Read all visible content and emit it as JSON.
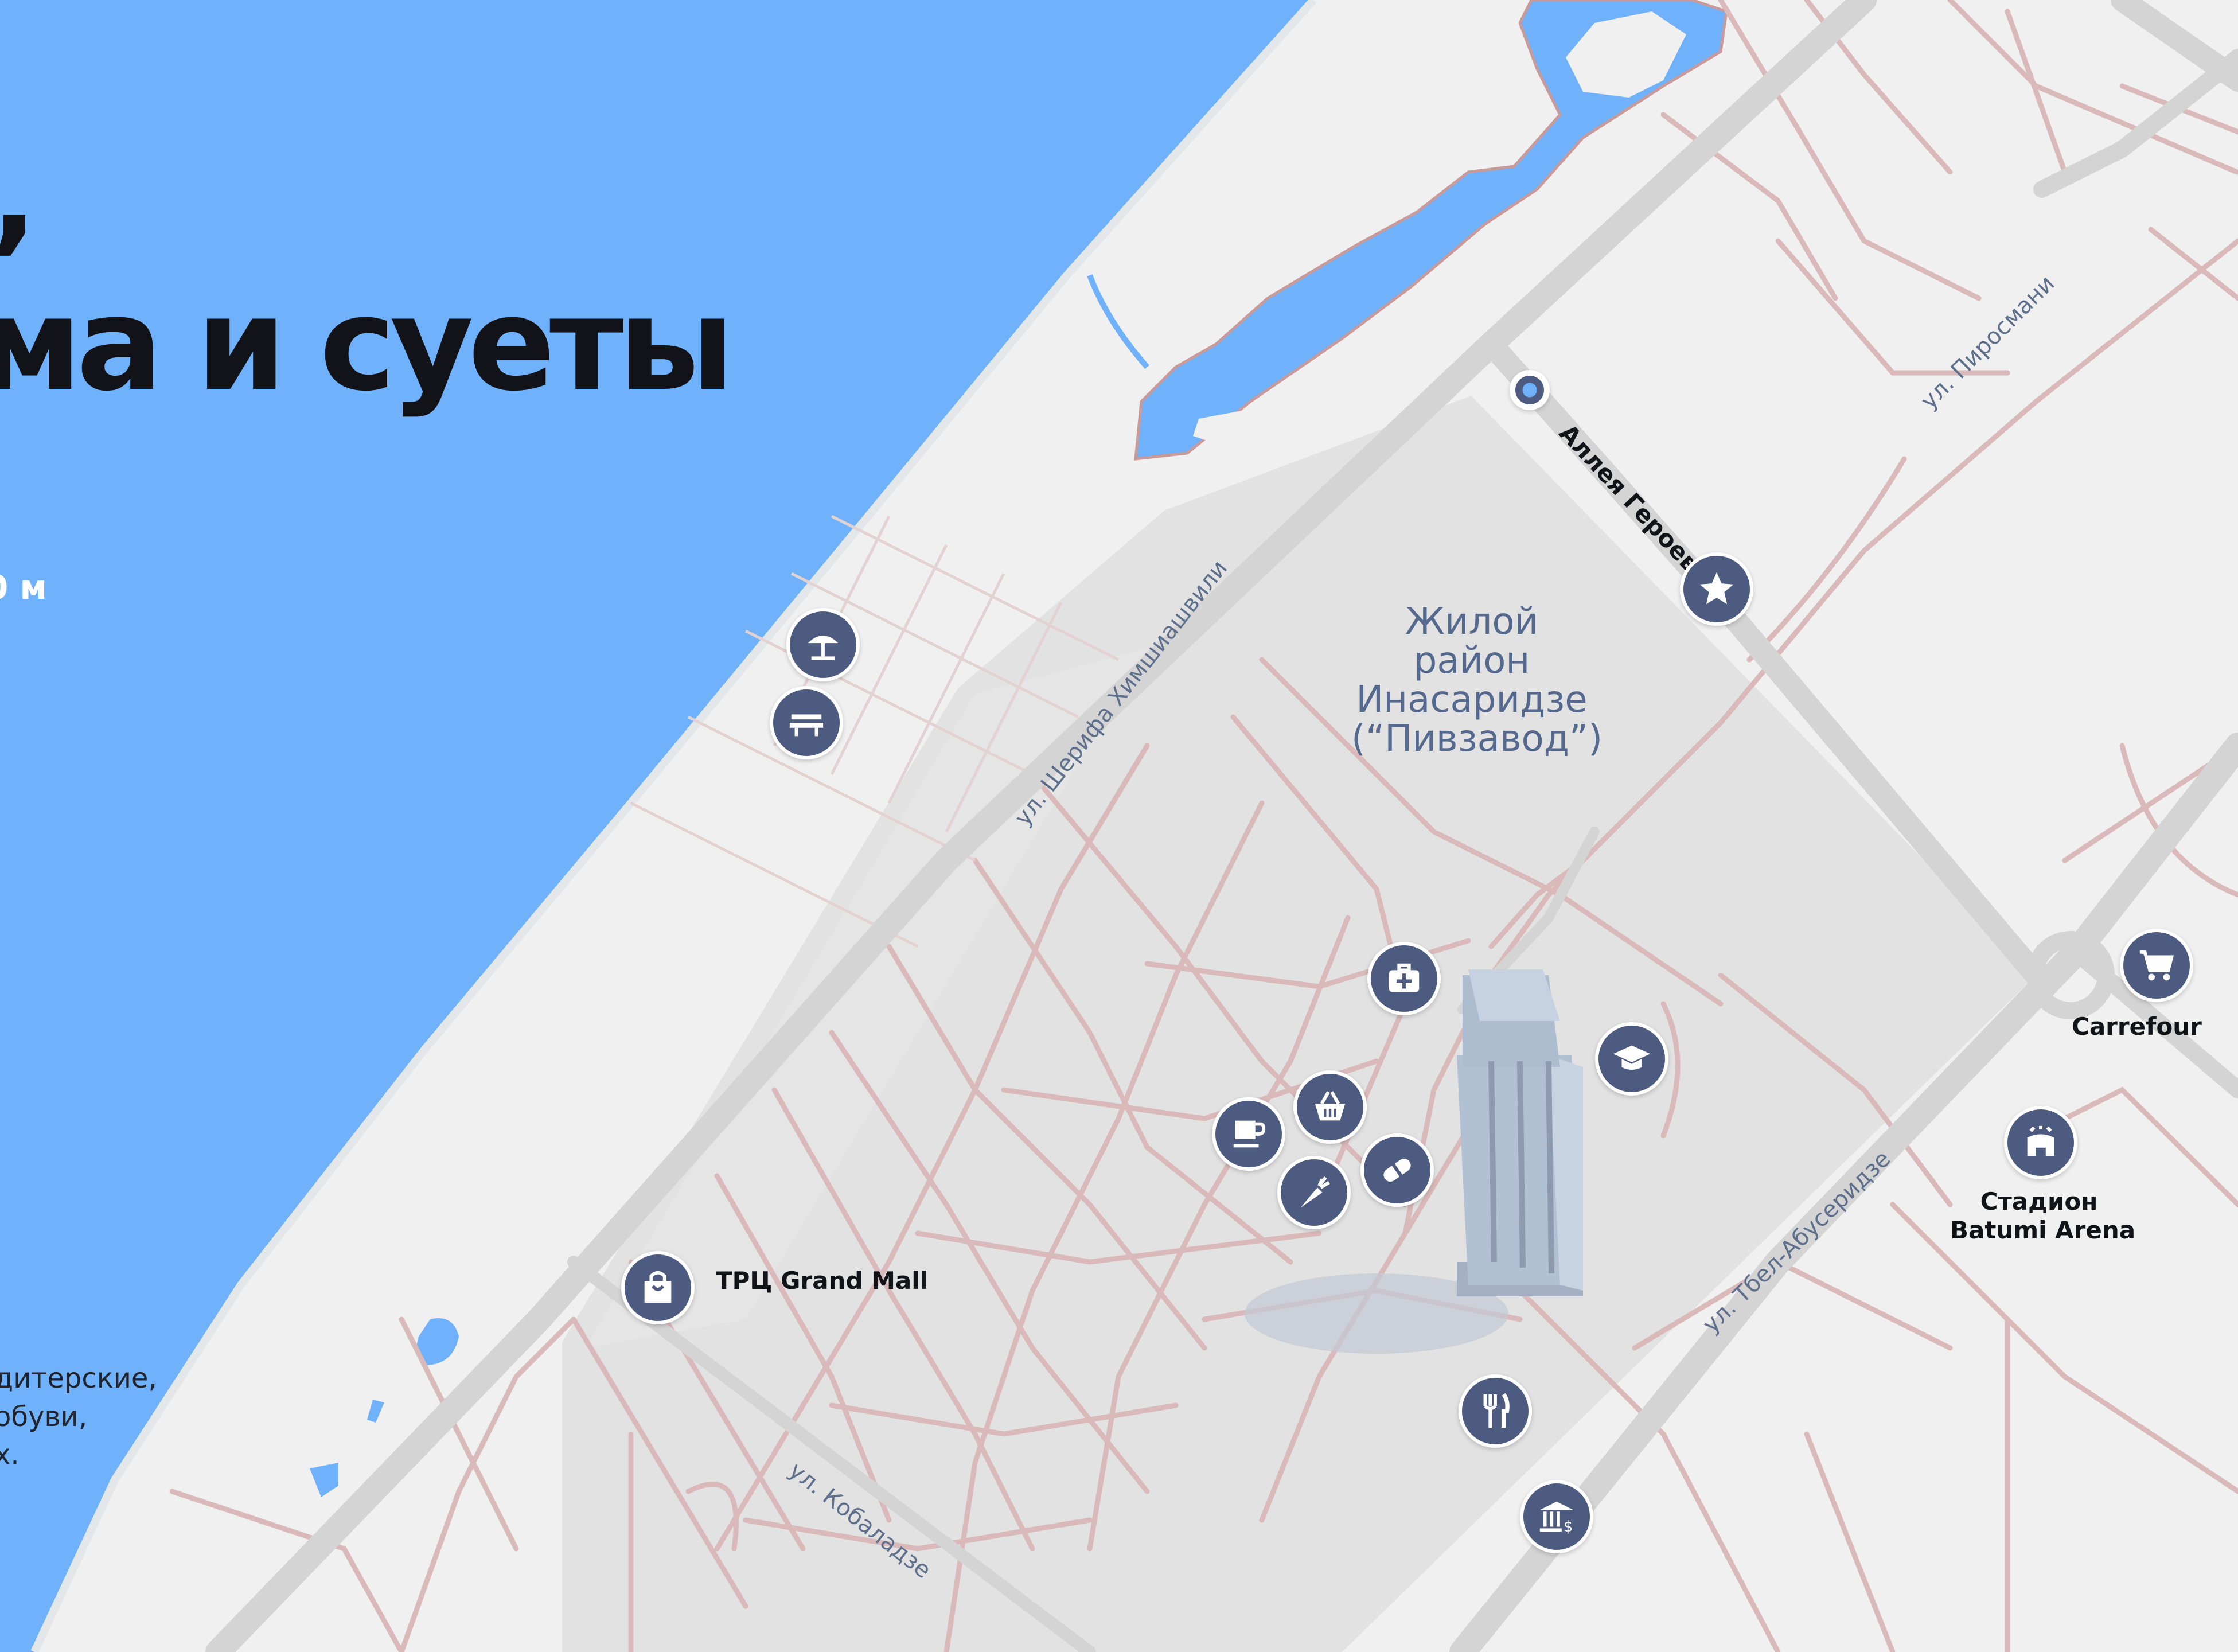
{
  "heading": {
    "comma": "’",
    "text": "ма и суеты",
    "distance": "0 м",
    "description_lines": [
      "дитерские,",
      "обуви,",
      "х."
    ]
  },
  "map": {
    "district_label": [
      "Жилой район",
      "Инасаридзе",
      "(“Пивзавод”)"
    ],
    "streets": {
      "khimshiashvili": "ул. Шерифа Химшиашвили",
      "pirosmani": "ул. Пиросмани",
      "alley": "Аллея Героев",
      "tbel": "ул. Тбел-Абусеридзе",
      "kobaladze": "ул. Кобаладзе"
    },
    "pois": {
      "grand_mall": "ТРЦ Grand Mall",
      "carrefour": "Carrefour",
      "stadium": [
        "Стадион",
        "Batumi Arena"
      ]
    },
    "icons": [
      "beach-umbrella-icon",
      "bench-icon",
      "star-icon",
      "medical-kit-icon",
      "graduation-cap-icon",
      "shopping-basket-icon",
      "coffee-cup-icon",
      "carrot-icon",
      "pill-icon",
      "shopping-bag-icon",
      "shopping-cart-icon",
      "stadium-icon",
      "fork-knife-icon",
      "bank-icon",
      "location-pin-icon"
    ],
    "colors": {
      "sea": "#6fb1fb",
      "land": "#f0f0f0",
      "district_area": "#e0e0e0",
      "road": "#d6d6d6",
      "minor_road": "#d9b9b9",
      "marker": "#4e5b80",
      "building": "#b2c0d3"
    }
  }
}
